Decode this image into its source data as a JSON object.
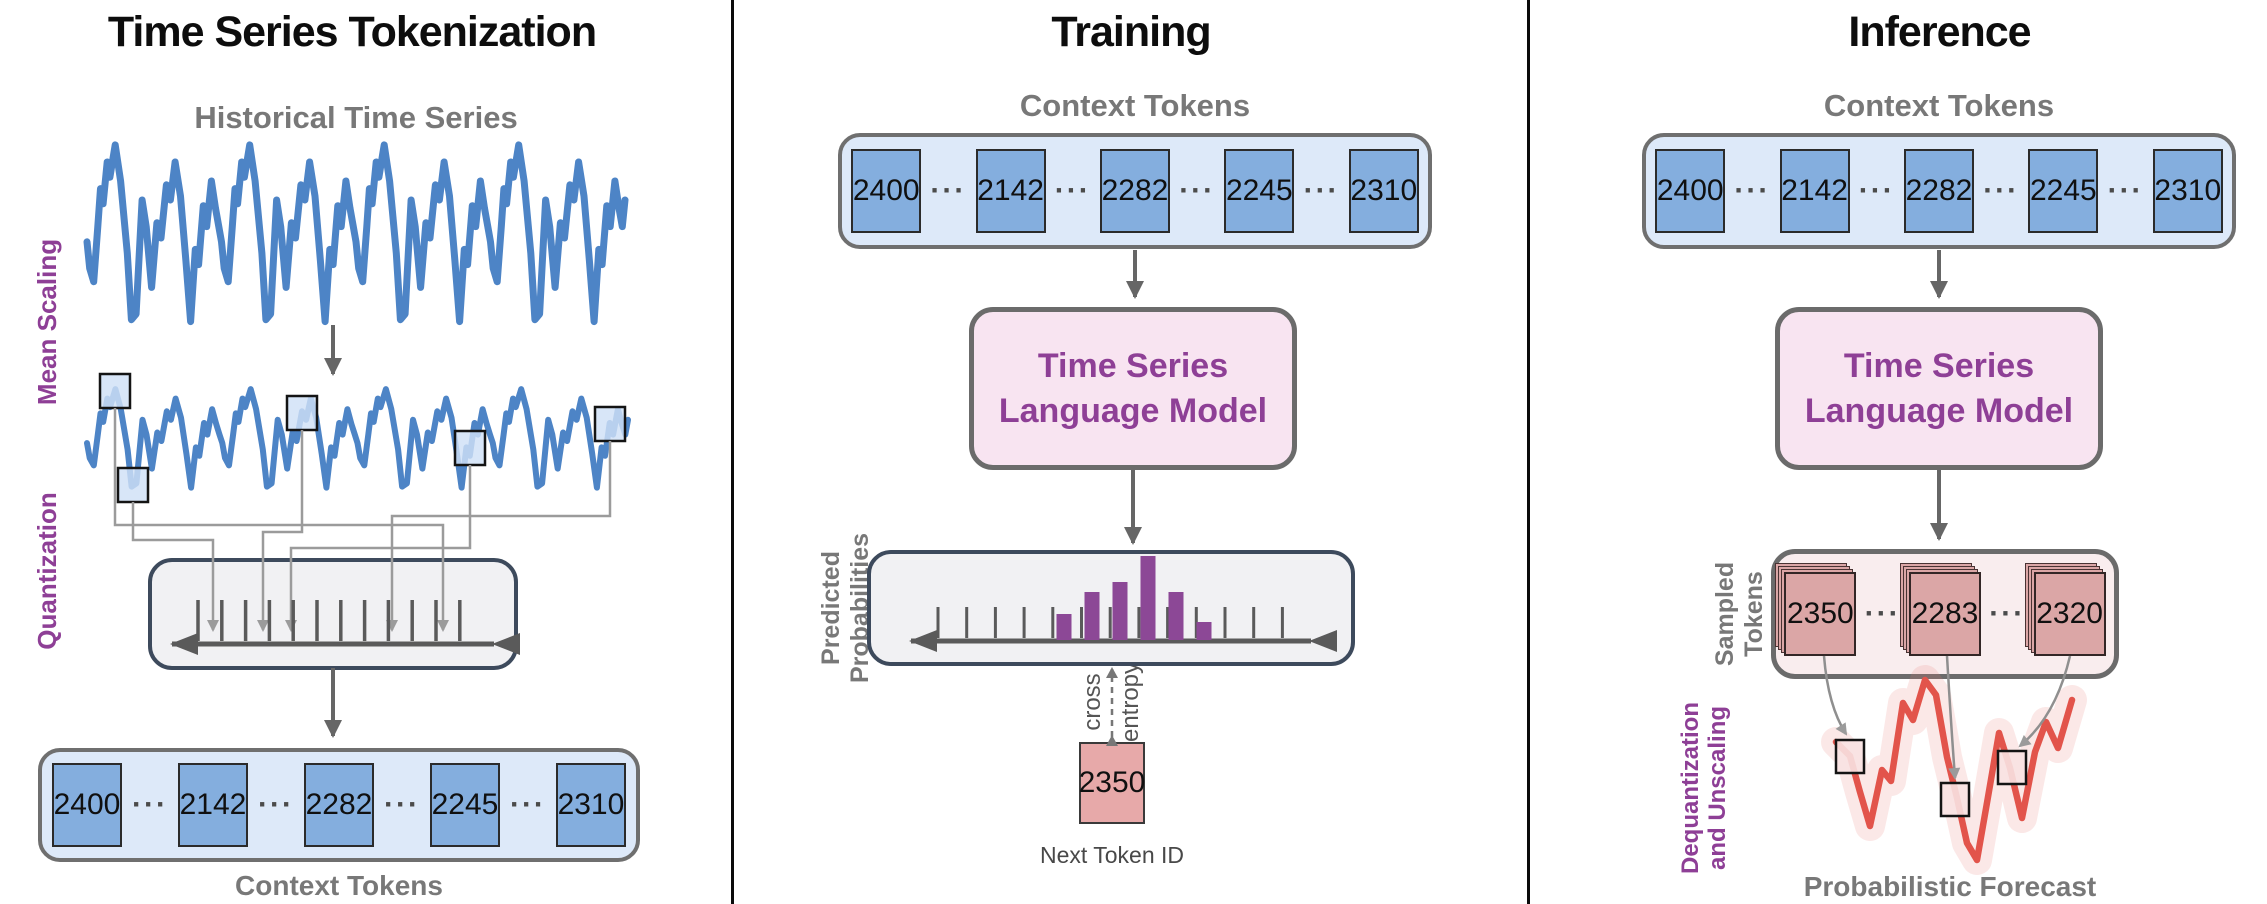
{
  "ellipsis": "···",
  "colors": {
    "token_blue": "#84aede",
    "container_blue": "#dde9f9",
    "series_blue": "#4d84c6",
    "model_pink": "#f8e4f1",
    "accent_purple": "#8e3f96",
    "bar_purple": "#8c4896",
    "next_token_red": "#e7a9a9",
    "sampled_token_red": "#dba6a6",
    "forecast_red": "#e2544b",
    "box_fill_gray": "#f1f1f3",
    "box_border_navy": "#3d4a5c"
  },
  "panels": {
    "tokenization": {
      "title": "Time Series Tokenization",
      "series_label": "Historical Time Series",
      "mean_scaling_label": "Mean Scaling",
      "quantization_label": "Quantization",
      "context_tokens_label": "Context Tokens",
      "tokens": [
        "2400",
        "2142",
        "2282",
        "2245",
        "2310"
      ]
    },
    "training": {
      "title": "Training",
      "context_tokens_label": "Context Tokens",
      "tokens": [
        "2400",
        "2142",
        "2282",
        "2245",
        "2310"
      ],
      "model_label_line1": "Time Series",
      "model_label_line2": "Language Model",
      "predicted_probabilities_line1": "Predicted",
      "predicted_probabilities_line2": "Probabilities",
      "loss_label_line1": "cross",
      "loss_label_line2": "entropy",
      "next_token_value": "2350",
      "next_token_caption": "Next Token ID",
      "predicted_distribution_heights": [
        26,
        48,
        58,
        84,
        48,
        18
      ]
    },
    "inference": {
      "title": "Inference",
      "context_tokens_label": "Context Tokens",
      "tokens": [
        "2400",
        "2142",
        "2282",
        "2245",
        "2310"
      ],
      "model_label_line1": "Time Series",
      "model_label_line2": "Language Model",
      "sampled_tokens_label_line1": "Sampled",
      "sampled_tokens_label_line2": "Tokens",
      "sampled_tokens": [
        "2350",
        "2283",
        "2320"
      ],
      "dequantization_label_line1": "Dequantization",
      "dequantization_label_line2": "and Unscaling",
      "forecast_label": "Probabilistic Forecast"
    }
  }
}
